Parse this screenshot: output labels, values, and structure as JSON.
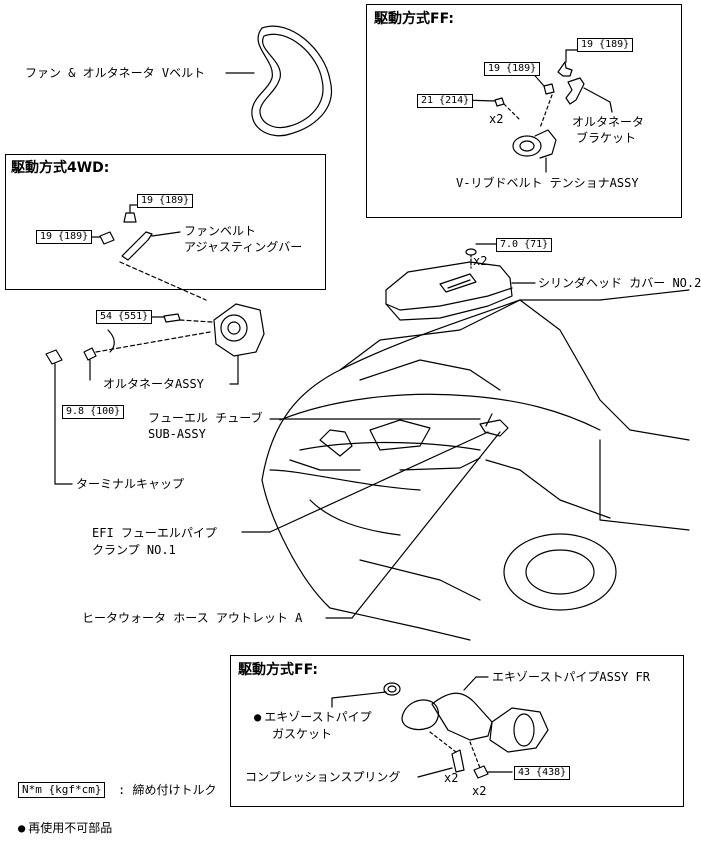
{
  "colors": {
    "line": "#000000",
    "background": "#ffffff"
  },
  "labels": {
    "v_belt": "ファン & オルタネータ Vベルト",
    "ff_header": "駆動方式FF:",
    "alt_bracket_1": "オルタネータ",
    "alt_bracket_2": "ブラケット",
    "tensioner": "V-リブドベルト テンショナASSY",
    "wd_header": "駆動方式4WD:",
    "adj_bar_1": "ファンベルト",
    "adj_bar_2": "アジャスティングバー",
    "head_cover": "シリンダヘッド カバー NO.2",
    "alternator": "オルタネータASSY",
    "fuel_tube_1": "フューエル チューブ",
    "fuel_tube_2": "SUB-ASSY",
    "terminal_cap": "ターミナルキャップ",
    "efi_1": "EFI フューエルパイプ",
    "efi_2": "クランプ NO.1",
    "heater": "ヒータウォータ ホース アウトレット A",
    "ff2_header": "駆動方式FF:",
    "exhaust": "エキゾーストパイプASSY FR",
    "gasket_1": "エキゾーストパイプ",
    "gasket_2": "ガスケット",
    "spring": "コンプレッションスプリング",
    "legend_torque": "N*m {kgf*cm}",
    "legend_text": ": 締め付けトルク",
    "legend_nonreuse": "再使用不可部品"
  },
  "torques": {
    "ff_upper": "19 {189}",
    "ff_mid": "19 {189}",
    "ff_left": "21 {214}",
    "wd_upper": "19 {189}",
    "wd_left": "19 {189}",
    "cover": "7.0 {71}",
    "alt_bolt": "54 {551}",
    "terminal": "9.8 {100}",
    "exhaust_bolt": "43 {438}"
  },
  "quantities": {
    "ff_bolt": "x2",
    "cover_nut": "x2",
    "spring": "x2",
    "exhaust_bolt": "x2"
  }
}
